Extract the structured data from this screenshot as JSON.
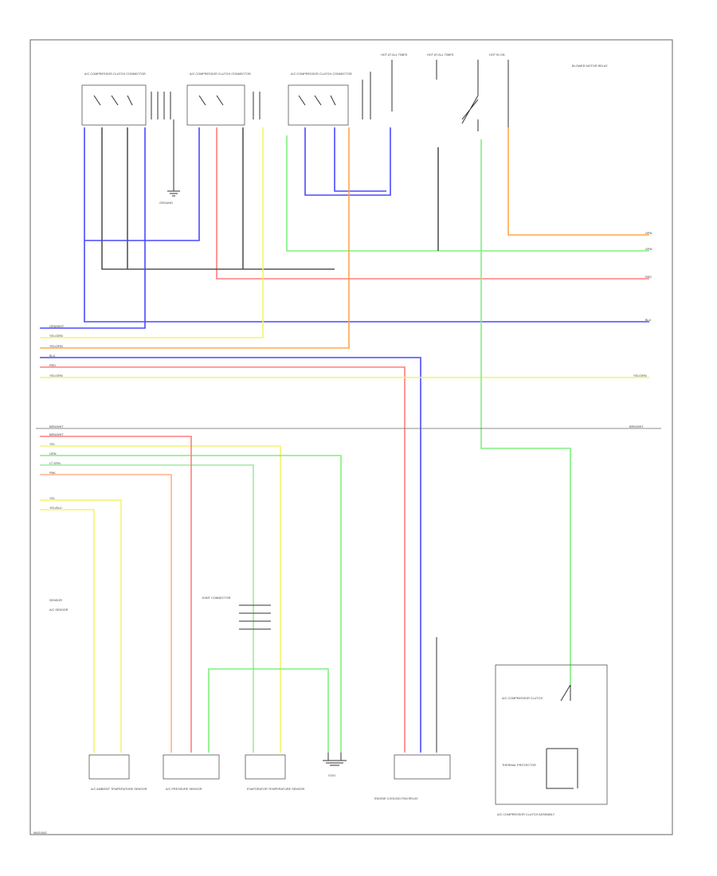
{
  "colors": {
    "blue": "#4a4aff",
    "red": "#ff7f7f",
    "orange": "#ffa64d",
    "yellow": "#f3f36a",
    "green": "#7ef07e",
    "lightgreen": "#b0f0b0",
    "gray": "#777777",
    "black": "#333333"
  },
  "top_connectors": [
    {
      "label": "A/C COMPRESSOR CLUTCH CONNECTOR"
    },
    {
      "label": "A/C COMPRESSOR CLUTCH CONNECTOR"
    },
    {
      "label": "A/C COMPRESSOR CLUTCH CONNECTOR"
    }
  ],
  "fuse_labels": [
    {
      "label": "HOT AT ALL TIMES"
    },
    {
      "label": "HOT AT ALL TIMES"
    },
    {
      "label": "HOT IN ON"
    }
  ],
  "relay_note": "BLOWER MOTOR RELAY",
  "ground_label": "GROUND",
  "right_wire_labels": [
    "ORN",
    "GRN",
    "RED",
    "BLU",
    "YEL/GRN",
    "BRN/WHT"
  ],
  "left_wire_labels_upper": [
    "GRN/WHT",
    "YEL/GRN",
    "YEL/ORN",
    "BLU",
    "RED",
    "YEL/GRN"
  ],
  "left_wire_labels_lower": [
    "BRN/WHT",
    "BRN/WHT",
    "YEL",
    "GRN",
    "LT GRN",
    "PNK"
  ],
  "left_wire_labels_lower2": [
    "YEL",
    "YEL/BLU"
  ],
  "side_notes": [
    "SENSOR",
    "A/C SENSOR"
  ],
  "bottom_components": [
    {
      "label": "A/C AMBIENT TEMPERATURE SENSOR"
    },
    {
      "label": "A/C PRESSURE SENSOR"
    },
    {
      "label": "EVAPORATOR TEMPERATURE SENSOR"
    },
    {
      "label": "G101"
    },
    {
      "label": "ENGINE COOLING FAN RELAY"
    },
    {
      "label": "A/C COMPRESSOR CLUTCH ASSEMBLY"
    }
  ],
  "clutch_parts": [
    "A/C COMPRESSOR CLUTCH",
    "THERMAL PROTECTOR"
  ],
  "joint_label": "JOINT CONNECTOR",
  "page_id": "MAS1562"
}
